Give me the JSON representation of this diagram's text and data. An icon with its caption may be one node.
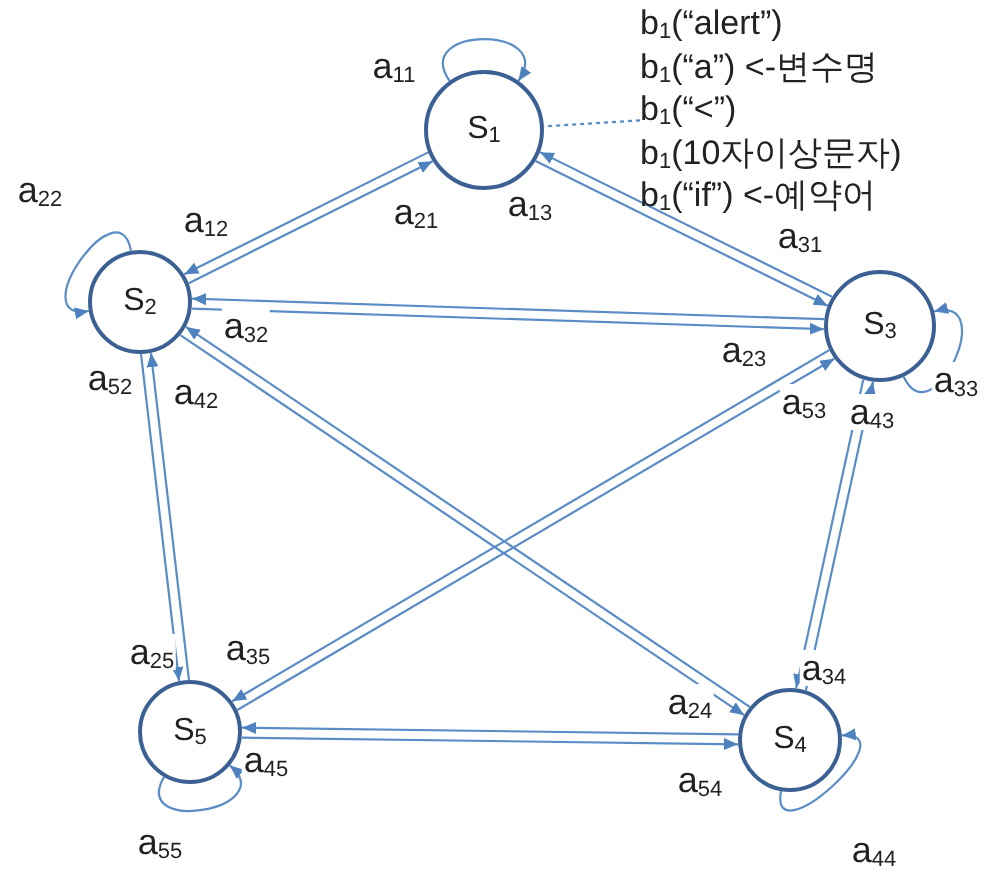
{
  "diagram": {
    "nodes": [
      {
        "text": [
          "S$_{1}$"
        ]
      },
      {
        "text": [
          "S$_{2}$"
        ]
      },
      {
        "text": [
          "S$_{3}$"
        ]
      },
      {
        "text": [
          "S$_{4}$"
        ]
      },
      {
        "text": [
          "S$_{5}$"
        ]
      },
      {
        "text": [
          "b$_{1}$(“alert”)",
          "b$_{1}$(“a”) <-변수명",
          "b$_{1}$(“<”)",
          "b$_{1}$(10자이상문자)",
          "b$_{1}$(“if”) <-예약어"
        ]
      }
    ],
    "edges": [
      {
        "from": 0,
        "to": 0,
        "arrow": "to",
        "label": "a$_{11}$"
      },
      {
        "from": 1,
        "to": 0,
        "arrow": "to",
        "label": "a$_{21}$"
      },
      {
        "from": 2,
        "to": 0,
        "arrow": "to",
        "label": "a$_{13}$"
      },
      {
        "from": 0,
        "to": 1,
        "arrow": "to",
        "label": "a$_{12}$"
      },
      {
        "from": 0,
        "to": 2,
        "arrow": "to",
        "label": "a$_{31}$"
      },
      {
        "from": 1,
        "to": 1,
        "arrow": "to",
        "label": "a$_{22}$"
      },
      {
        "from": 2,
        "to": 1,
        "arrow": "to",
        "label": "a$_{32}$"
      },
      {
        "from": 4,
        "to": 1,
        "arrow": "to",
        "label": "a$_{52}$"
      },
      {
        "from": 3,
        "to": 1,
        "arrow": "to",
        "label": "a$_{42}$"
      },
      {
        "from": 1,
        "to": 2,
        "arrow": "to",
        "label": "a$_{23}$"
      },
      {
        "from": 4,
        "to": 2,
        "arrow": "to",
        "label": "a$_{53}$"
      },
      {
        "from": 3,
        "to": 2,
        "arrow": "to",
        "label": "a$_{43}$"
      },
      {
        "from": 2,
        "to": 2,
        "arrow": "to",
        "label": "a$_{33}$"
      },
      {
        "from": 1,
        "to": 4,
        "arrow": "to",
        "label": "a$_{25}$"
      },
      {
        "from": 2,
        "to": 4,
        "arrow": "to",
        "label": "a$_{35}$"
      },
      {
        "from": 3,
        "to": 4,
        "arrow": "to",
        "label": "a$_{45}$"
      },
      {
        "from": 4,
        "to": 4,
        "arrow": "to",
        "label": "a$_{55}$"
      },
      {
        "from": 1,
        "to": 3,
        "arrow": "to",
        "label": "a$_{24}$"
      },
      {
        "from": 2,
        "to": 3,
        "arrow": "to",
        "label": "a$_{34}$"
      },
      {
        "from": 4,
        "to": 3,
        "arrow": "to",
        "label": "a$_{54}$"
      },
      {
        "from": 3,
        "to": 3,
        "arrow": "to",
        "label": "a$_{44}$"
      },
      {
        "from": 5,
        "to": 0,
        "arrow": "none",
        "style": "dashed"
      }
    ]
  }
}
